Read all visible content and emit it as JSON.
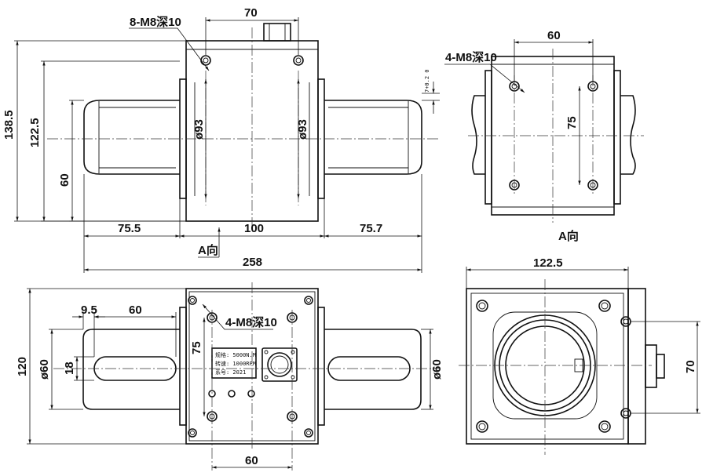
{
  "front_view": {
    "dim_top_70": "70",
    "callout_holes": "8-M8深10",
    "dim_138_5": "138.5",
    "dim_122_5": "122.5",
    "dim_60": "60",
    "dim_phi93_left": "ø93",
    "dim_phi93_right": "ø93",
    "dim_tol": "7+0.2 0",
    "dim_75_5": "75.5",
    "dim_100": "100",
    "dim_75_7": "75.7",
    "dim_258": "258",
    "view_arrow_label": "A向"
  },
  "a_view": {
    "dim_60": "60",
    "callout_holes": "4-M8深10",
    "dim_75": "75",
    "view_label": "A向"
  },
  "top_view": {
    "dim_9_5": "9.5",
    "dim_60_top": "60",
    "callout_holes": "4-M8深10",
    "dim_120": "120",
    "dim_phi60_left": "ø60",
    "dim_18": "18",
    "dim_75": "75",
    "dim_phi60_right": "ø60",
    "dim_60_bottom": "60",
    "nameplate": [
      "规格: 5000N.M",
      "转速: 1000RPM",
      "系号: 2021"
    ]
  },
  "side_view": {
    "dim_122_5": "122.5",
    "dim_70": "70"
  }
}
